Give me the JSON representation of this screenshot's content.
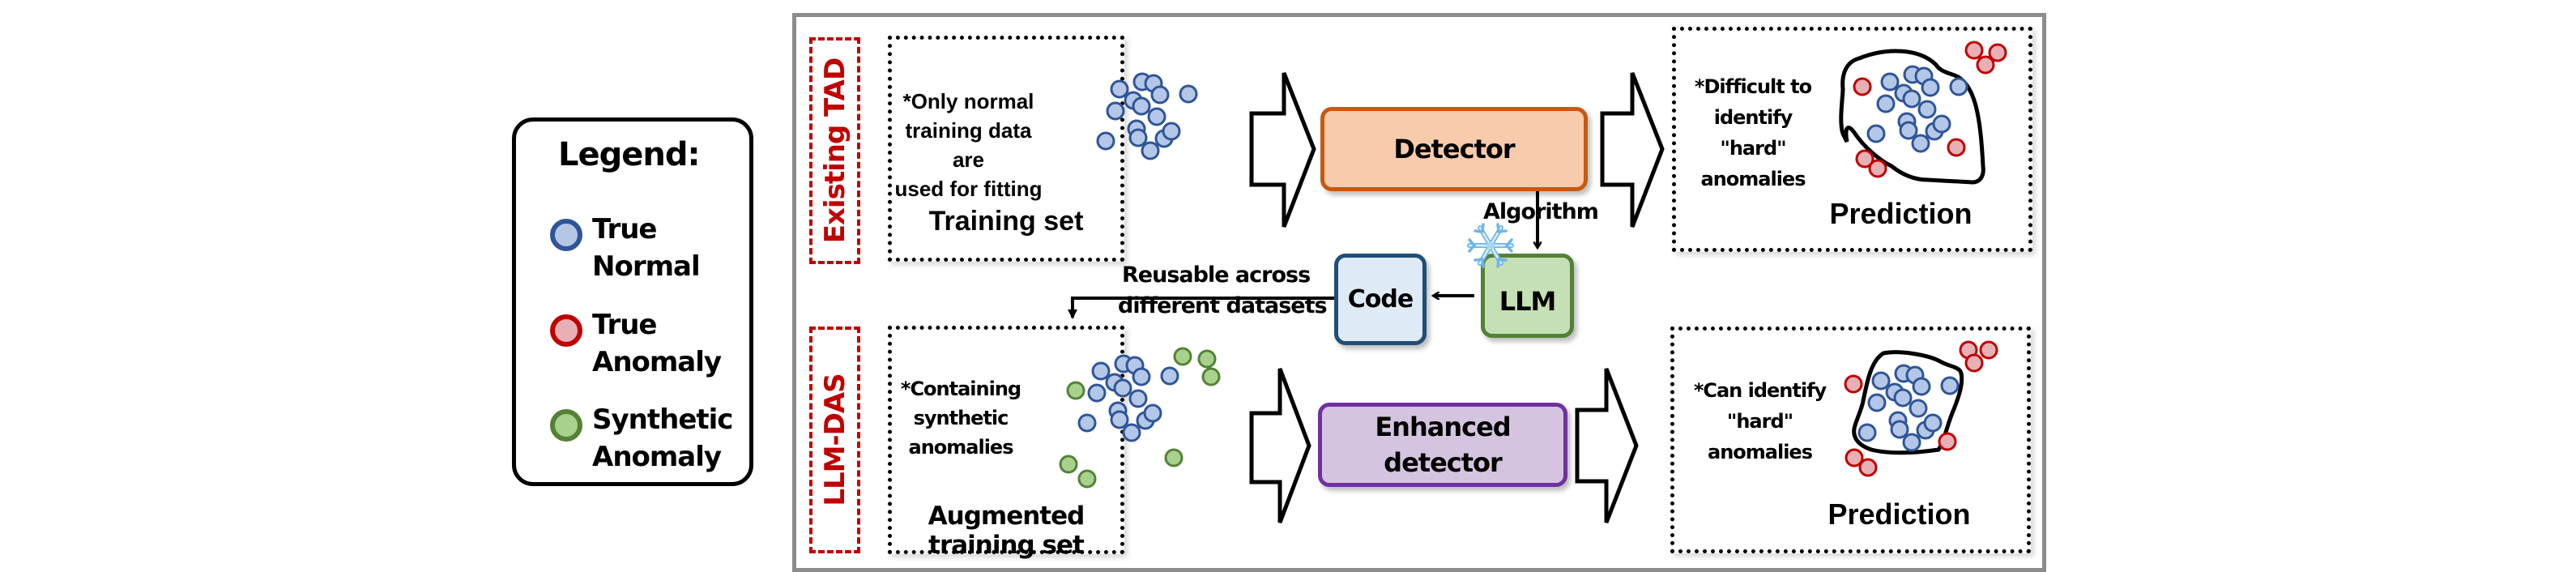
{
  "legend": {
    "title": "Legend:",
    "items": [
      {
        "line1": "True",
        "line2": "Normal",
        "kind": "normal"
      },
      {
        "line1": "True",
        "line2": "Anomaly",
        "kind": "anomaly"
      },
      {
        "line1": "Synthetic",
        "line2": "Anomaly",
        "kind": "synthetic"
      }
    ]
  },
  "colors": {
    "normal_fill": "#b4c7e7",
    "normal_stroke": "#2f5597",
    "anomaly_fill": "#e6b0b5",
    "anomaly_stroke": "#c00000",
    "synthetic_fill": "#a9d18e",
    "synthetic_stroke": "#548235",
    "detector_fill": "#f8cbad",
    "detector_stroke": "#c55a11",
    "enhanced_fill": "#d5c4e0",
    "enhanced_stroke": "#7030a0",
    "code_fill": "#deebf7",
    "code_stroke": "#1f4e79",
    "llm_fill": "#c5e0b4",
    "llm_stroke": "#538135",
    "section_tag": "#c00000"
  },
  "sections": {
    "existing": {
      "tag": "Existing TAD",
      "training_note": [
        "*Only normal",
        "training data are",
        "used for fitting"
      ],
      "training_title": "Training set",
      "detector_label": "Detector",
      "prediction_note": [
        "*Difficult to",
        "identify",
        "\"hard\"",
        "anomalies"
      ],
      "prediction_title": "Prediction"
    },
    "llmdas": {
      "tag": "LLM-DAS",
      "training_note": [
        "*Containing",
        "synthetic",
        "anomalies"
      ],
      "training_title": "Augmented training set",
      "detector_label": [
        "Enhanced",
        "detector"
      ],
      "prediction_note": [
        "*Can identify",
        "\"hard\"",
        "anomalies"
      ],
      "prediction_title": "Prediction"
    }
  },
  "middle": {
    "algorithm_label": "Algorithm",
    "llm_label": "LLM",
    "code_label": "Code",
    "reuse_label": [
      "Reusable across",
      "different datasets"
    ],
    "frozen_icon": "snowflake-icon"
  }
}
